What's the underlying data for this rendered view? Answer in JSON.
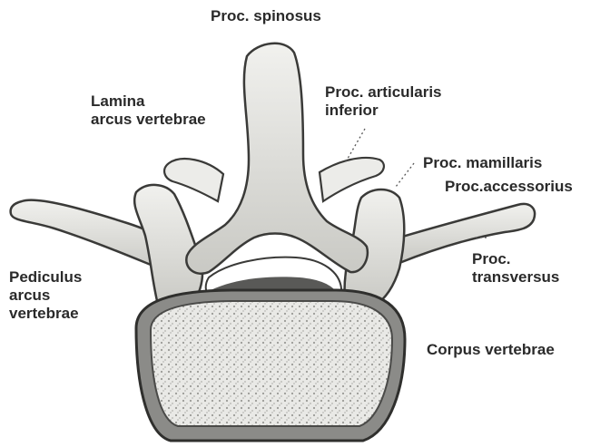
{
  "labels": {
    "spinosus": "Proc. spinosus",
    "lamina": [
      "Lamina",
      "arcus vertebrae"
    ],
    "articularis": [
      "Proc. articularis",
      "inferior"
    ],
    "mamillaris": "Proc. mamillaris",
    "accessorius": "Proc.accessorius",
    "transversus": [
      "Proc.",
      "transversus"
    ],
    "pediculus": [
      "Pediculus",
      "arcus",
      "vertebrae"
    ],
    "corpus": "Corpus vertebrae"
  }
}
